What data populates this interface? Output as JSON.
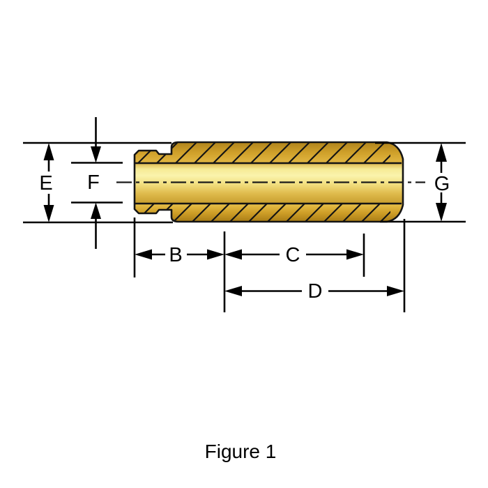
{
  "caption": "Figure 1",
  "labels": {
    "b": "B",
    "c": "C",
    "d": "D",
    "e": "E",
    "f": "F",
    "g": "G"
  },
  "colors": {
    "background": "#ffffff",
    "dimension_line": "#000000",
    "part_outline": "#141414",
    "hatch_line": "#141414",
    "brass_dark": "#6b4f0a",
    "brass_band_mid": "#cfa02a",
    "brass_band_light": "#e2b743",
    "brass_highlight": "#faf3ac",
    "centerline": "#1a1a1a"
  }
}
